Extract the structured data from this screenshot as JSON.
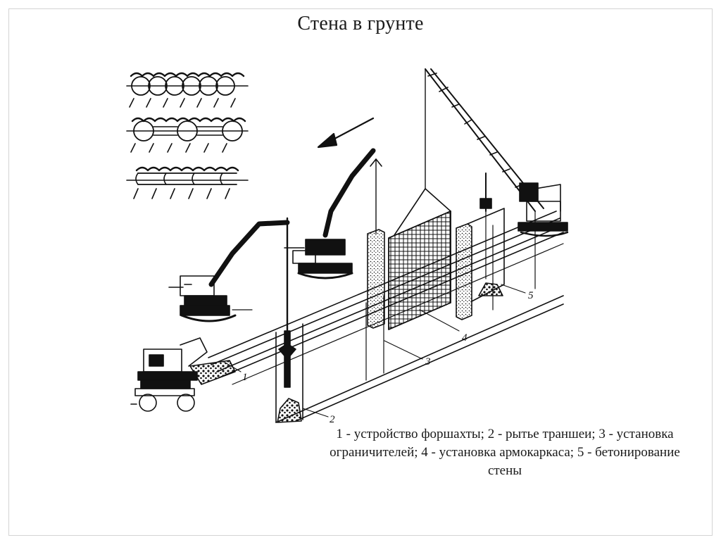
{
  "slide": {
    "title": "Стена в грунте",
    "caption": "1 - устройство форшахты; 2 - рытье траншеи; 3 - установка ограничителей; 4 - установка армокаркаса; 5 - бетонирование стены"
  },
  "callouts": {
    "c1": "1",
    "c2": "2",
    "c3": "3",
    "c4": "4",
    "c5": "5"
  },
  "colors": {
    "ink": "#111111",
    "background": "#ffffff"
  }
}
